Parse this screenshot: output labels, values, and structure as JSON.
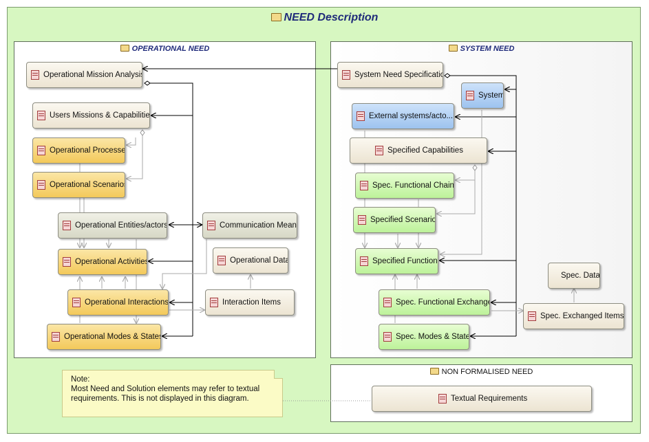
{
  "diagram": {
    "title": "NEED Description",
    "panes": {
      "operational": "OPERATIONAL NEED",
      "system": "SYSTEM NEED",
      "non_formalised": "NON FORMALISED NEED"
    },
    "nodes": {
      "op_mission_analysis": "Operational Mission Analysis",
      "users_missions": "Users Missions & Capabilities",
      "op_processes": "Operational Processes",
      "op_scenarios": "Operational Scenarios",
      "op_entities": "Operational Entities/actors",
      "communication_means": "Communication Means",
      "op_activities": "Operational Activities",
      "op_data": "Operational Data",
      "op_interactions": "Operational Interactions",
      "interaction_items": "Interaction Items",
      "op_modes_states": "Operational Modes & States",
      "sys_need_spec": "System Need Specification",
      "system": "System",
      "external_systems": "External systems/acto...",
      "specified_capabilities": "Specified Capabilities",
      "spec_functional_chains": "Spec. Functional Chains",
      "specified_scenarios": "Specified Scenarios",
      "specified_functions": "Specified Functions",
      "spec_data": "Spec. Data",
      "spec_functional_exchanges": "Spec. Functional Exchanges",
      "spec_exchanged_items": "Spec. Exchanged Items",
      "spec_modes_states": "Spec. Modes & States",
      "textual_requirements": "Textual Requirements"
    },
    "note": {
      "heading": "Note:",
      "line1": "Most Need and Solution elements may refer to textual",
      "line2": "requirements. This is not displayed in this diagram."
    }
  },
  "colors": {
    "background": "#d7f7c1",
    "title": "#1f2a7a",
    "operational_node": "#f3c95a",
    "system_node": "#bdf29a",
    "actor_node": "#9dc3ef",
    "note": "#fbfbc6"
  }
}
